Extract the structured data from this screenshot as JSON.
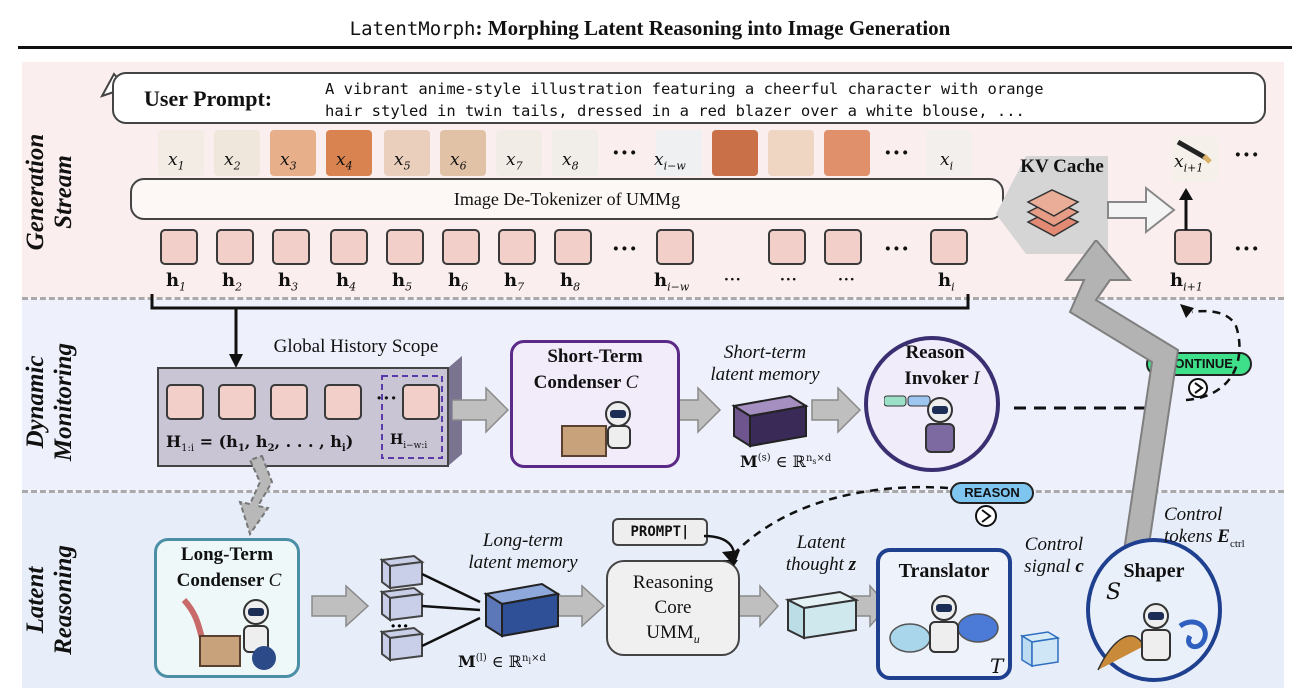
{
  "title": {
    "mono": "LatentMorph",
    "rest": ": Morphing Latent Reasoning into Image Generation"
  },
  "streams": {
    "generation": [
      "Generation",
      "Stream"
    ],
    "monitoring": [
      "Dynamic",
      "Monitoring"
    ],
    "reasoning": [
      "Latent",
      "Reasoning"
    ]
  },
  "prompt": {
    "label": "User Prompt:",
    "line1": "A vibrant anime-style illustration featuring a cheerful character with orange",
    "line2": "hair styled in twin tails, dressed in a red blazer over a white blouse, ..."
  },
  "tokens": {
    "x_labels": [
      "x1",
      "x2",
      "x3",
      "x4",
      "x5",
      "x6",
      "x7",
      "x8"
    ],
    "x_late": [
      "xi−w",
      "xi"
    ],
    "x_next": "xi+1",
    "h_labels": [
      "h1",
      "h2",
      "h3",
      "h4",
      "h5",
      "h6",
      "h7",
      "h8"
    ],
    "h_late": [
      "hi−w",
      "hi"
    ],
    "h_next": "hi+1",
    "ellipsis": "···",
    "small_ellipsis": "···"
  },
  "detokenizer": "Image De-Tokenizer of UMMg",
  "kv_cache": "KV Cache",
  "monitoring": {
    "global_history": "Global History Scope",
    "H_full": "H1:i = (h1, h2, . . . , hi)",
    "H_window": "Hi−w:i",
    "short_term": {
      "line1": "Short-Term",
      "line2": "Condenser",
      "symbol": "C"
    },
    "short_memory": {
      "line1": "Short-term",
      "line2": "latent memory",
      "math": "M(s) ∈ ℝns×d"
    },
    "reason_invoker": {
      "line1": "Reason",
      "line2": "Invoker",
      "symbol": "I"
    },
    "continue": "CONTINUE"
  },
  "reasoning": {
    "long_term": {
      "line1": "Long-Term",
      "line2": "Condenser",
      "symbol": "C"
    },
    "long_memory": {
      "line1": "Long-term",
      "line2": "latent memory",
      "math": "M(l) ∈ ℝnl×d"
    },
    "prompt_tag": "PROMPT|",
    "core": {
      "line1": "Reasoning",
      "line2": "Core",
      "line3": "UMMu"
    },
    "thought": {
      "line1": "Latent",
      "line2": "thought z"
    },
    "translator": {
      "name": "Translator",
      "symbol": "T"
    },
    "control_signal": {
      "line1": "Control",
      "line2": "signal c"
    },
    "shaper": {
      "name": "Shaper",
      "symbol": "S"
    },
    "control_tokens": {
      "line1": "Control",
      "line2": "tokens Ectrl"
    },
    "reason": "REASON"
  },
  "colors": {
    "gen_band": "#fbeeee",
    "mon_band": "#eef0fb",
    "lat_band": "#e8eef9",
    "tile": "#f3cfc9",
    "purple": "#5b2a86",
    "navy": "#1f3f8f",
    "teal": "#4a8fa6",
    "green": "#3fe08a"
  }
}
